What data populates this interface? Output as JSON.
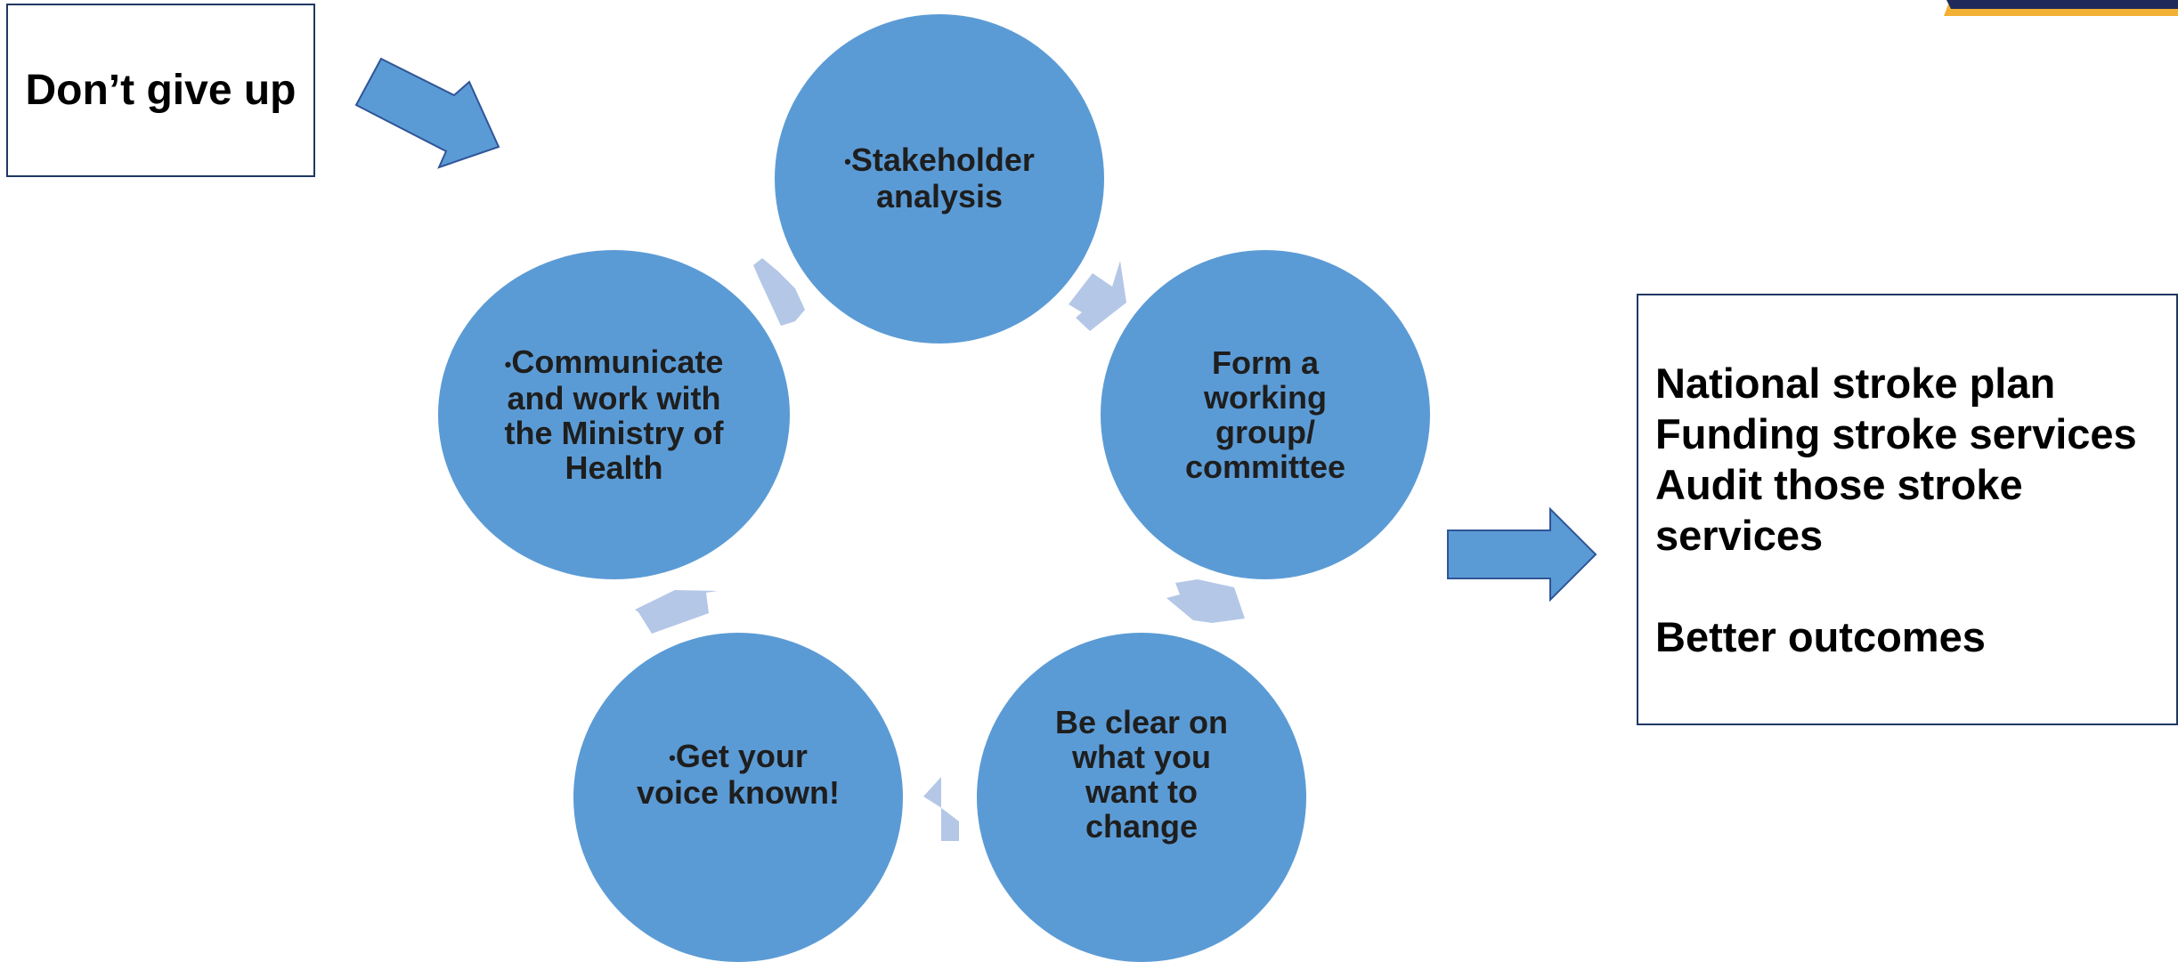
{
  "colors": {
    "circle_fill": "#5b9bd5",
    "cycle_arrow": "#b4c7e7",
    "big_arrow_fill": "#5b9bd5",
    "big_arrow_stroke": "#2f5597",
    "box_border": "#1f3864",
    "logo_navy": "#1f2a5a",
    "logo_gold": "#f2b134"
  },
  "left_box": {
    "text": "Don’t give up"
  },
  "cycle": {
    "bullet": "•",
    "stakeholder": "Stakeholder analysis",
    "form_group": "Form a working group/ committee",
    "be_clear": "Be clear on what you want to change",
    "voice": "Get your voice known!",
    "communicate": "Communicate and work with the Ministry of Health"
  },
  "outcomes_box": {
    "lines": [
      "National stroke plan",
      "Funding stroke services",
      "Audit those stroke services",
      "",
      "Better outcomes"
    ]
  }
}
